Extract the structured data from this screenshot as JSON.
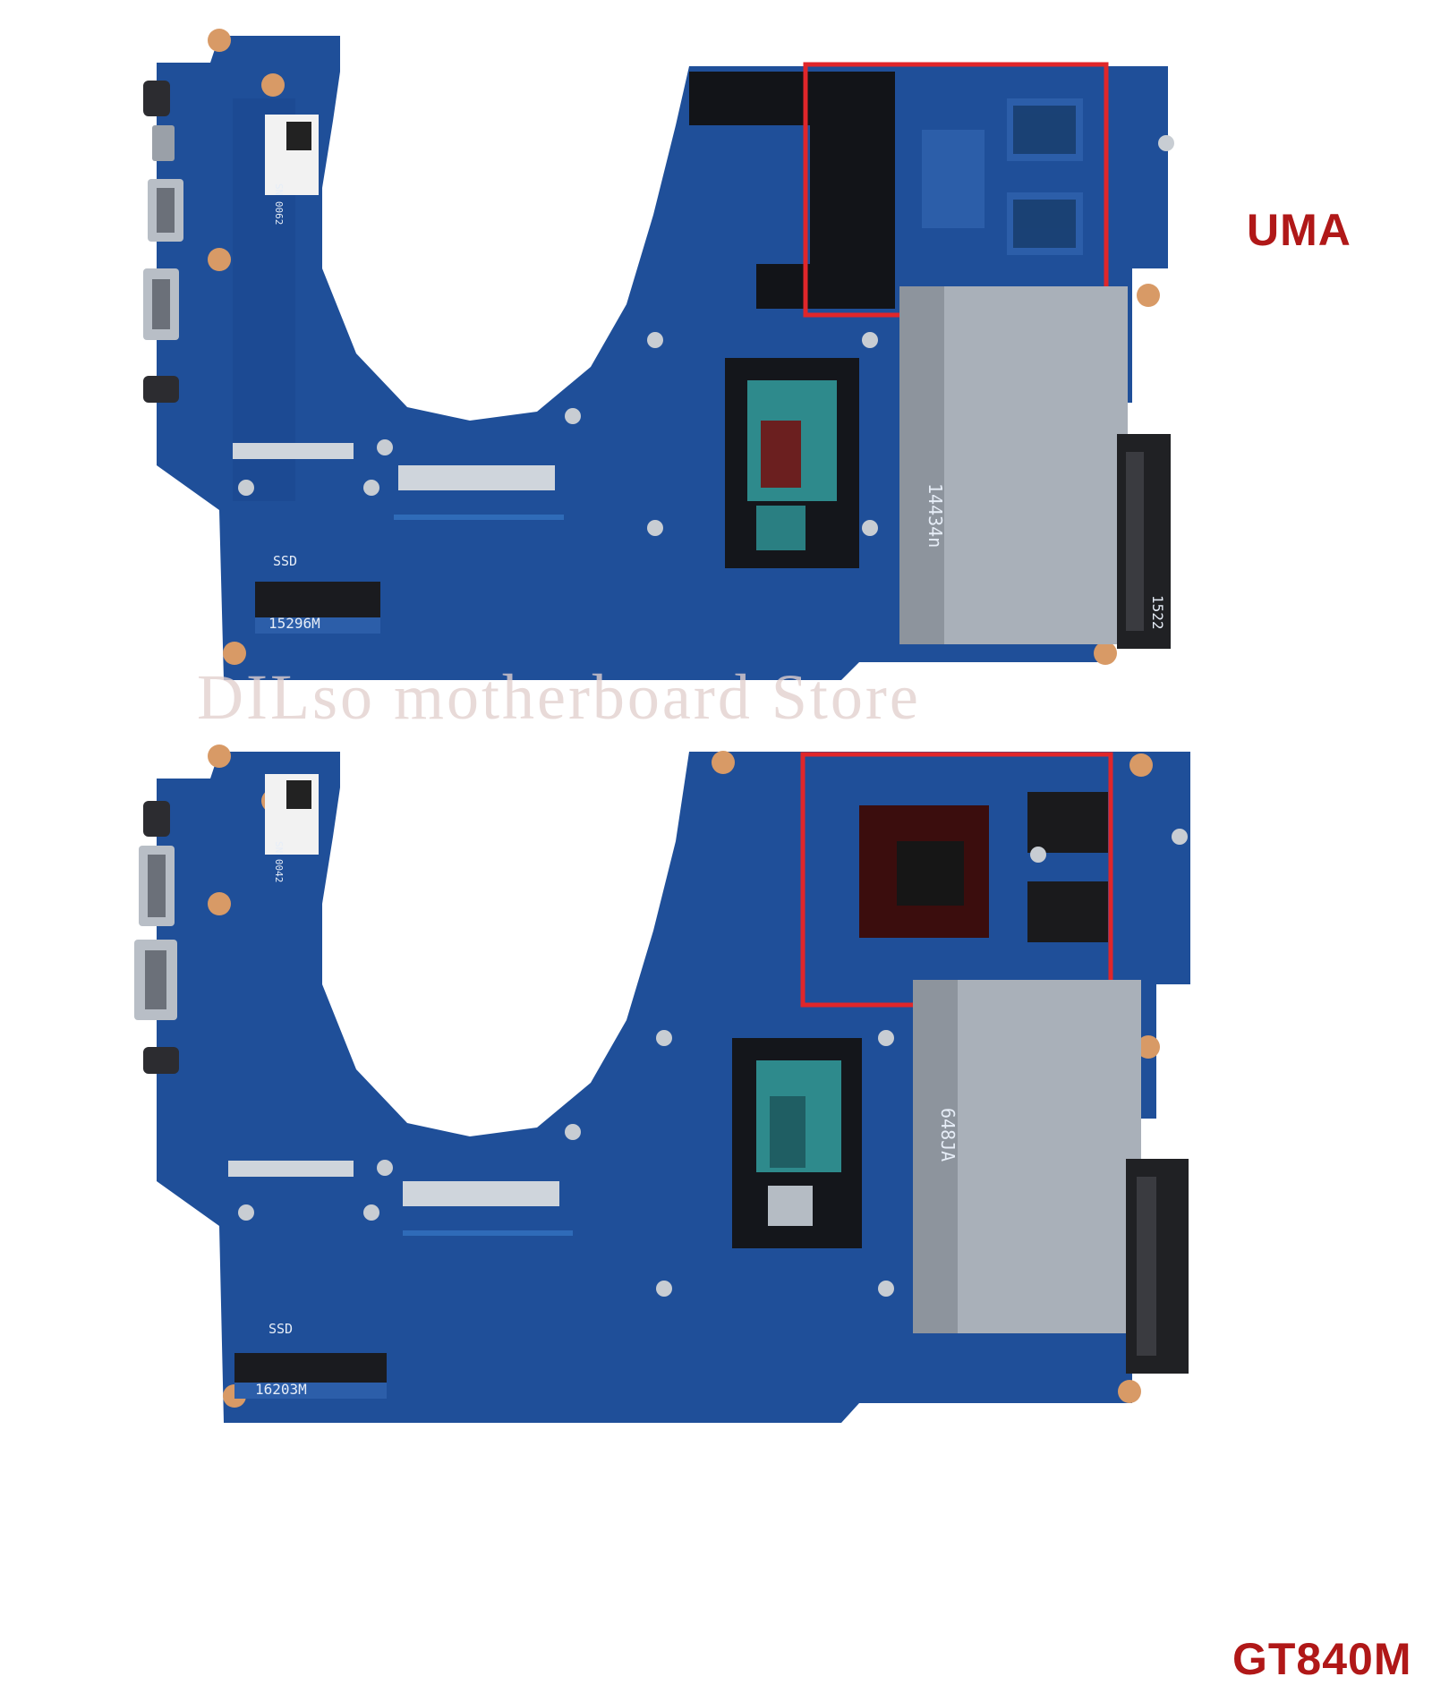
{
  "colors": {
    "pcb": "#1f4f99",
    "pcb_dark": "#163d7a",
    "highlight": "#e0262a",
    "label": "#b01818",
    "metal": "#b8bec6",
    "copper": "#d89a66"
  },
  "watermark": "DILso motherboard Store",
  "boards": [
    {
      "variant_label": "UMA",
      "silk": {
        "ssd": "SSD",
        "m2_code": "15296M",
        "ram_code": "14434n",
        "sata_code": "1522",
        "serial": "SN 0062"
      }
    },
    {
      "variant_label": "GT840M",
      "silk": {
        "ssd": "SSD",
        "m2_code": "16203M",
        "ram_code": "648JA",
        "sata_code": "",
        "serial": "SN 0042"
      }
    }
  ]
}
